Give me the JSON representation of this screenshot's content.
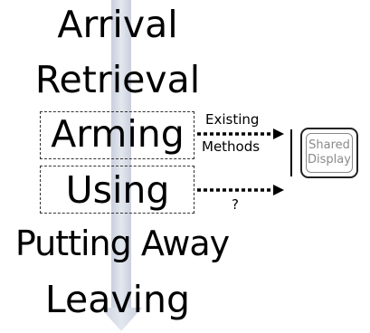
{
  "stages": [
    "Arrival",
    "Retrieval",
    "Arming",
    "Using",
    "Putting Away",
    "Leaving"
  ],
  "arming_arrow_label_line1": "Existing",
  "arming_arrow_label_line2": "Methods",
  "using_arrow_label": "?",
  "display_label_line1": "Shared",
  "display_label_line2": "Display",
  "colors": {
    "timeline_arrow": "#d6dbe6",
    "ink": "#000000",
    "display_text": "#8a8a8a"
  }
}
